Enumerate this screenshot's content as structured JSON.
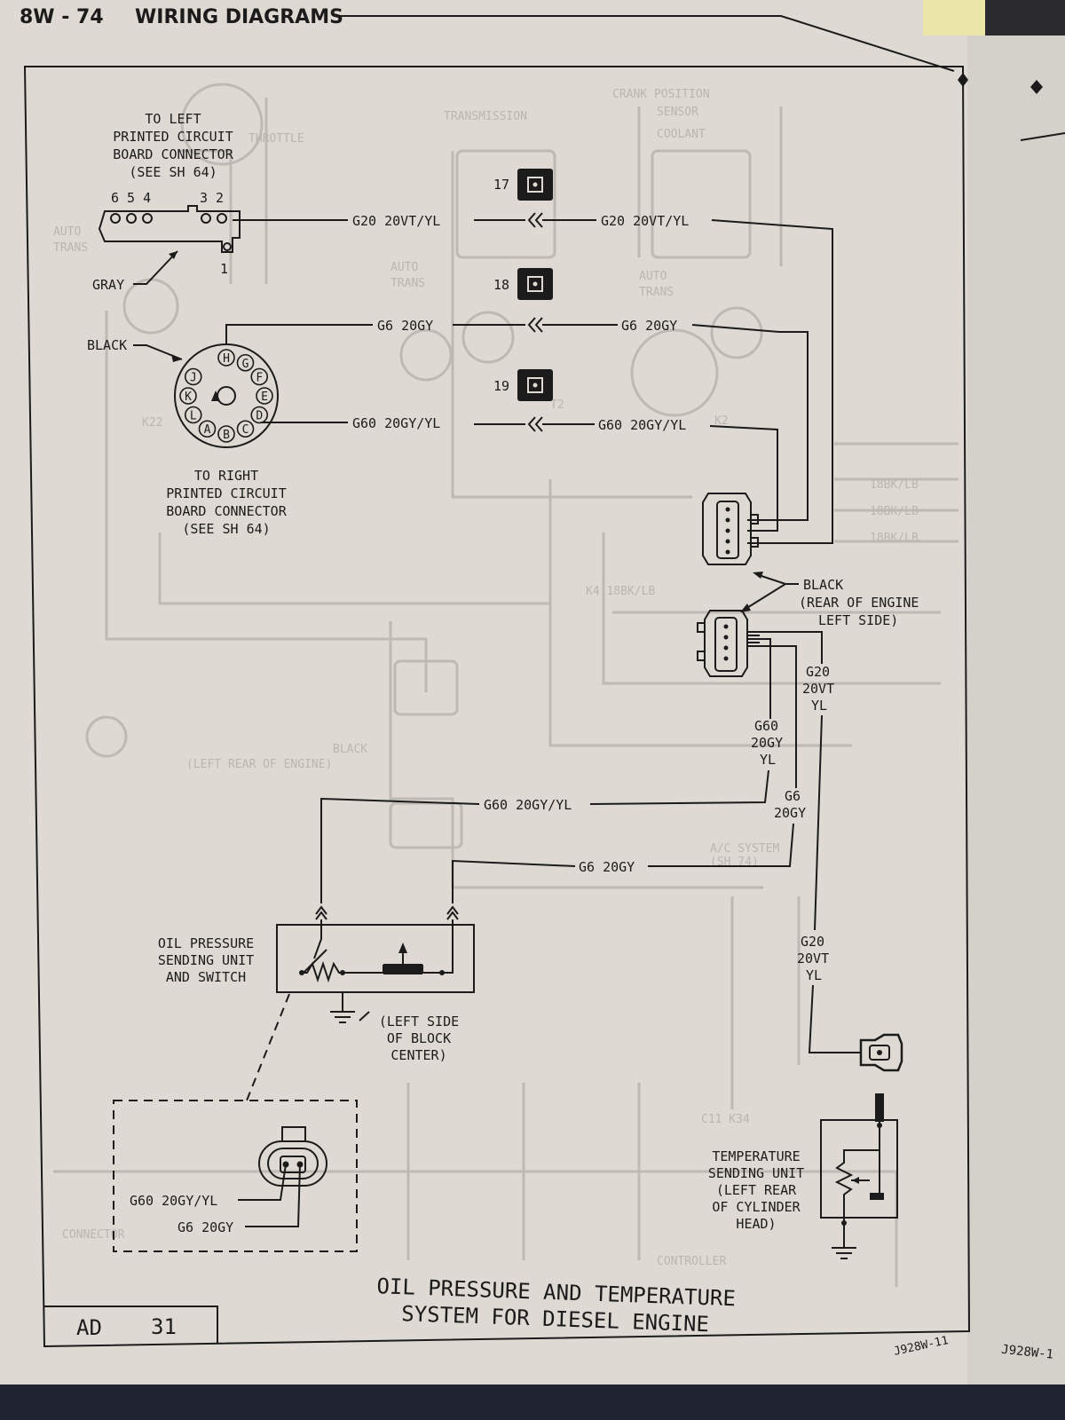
{
  "header": {
    "page_number": "8W - 74",
    "section_title": "WIRING DIAGRAMS"
  },
  "left_pcb_connector": {
    "label_lines": [
      "TO LEFT",
      "PRINTED CIRCUIT",
      "BOARD CONNECTOR",
      "(SEE SH 64)"
    ],
    "pin_numbers_left": "6 5 4",
    "pin_numbers_right": "3 2",
    "pin_one": "1",
    "color": "GRAY"
  },
  "right_pcb_connector": {
    "color": "BLACK",
    "pins": [
      "H",
      "G",
      "F",
      "E",
      "D",
      "C",
      "B",
      "A",
      "L",
      "K",
      "J"
    ],
    "label_lines": [
      "TO RIGHT",
      "PRINTED CIRCUIT",
      "BOARD CONNECTOR",
      "(SEE SH 64)"
    ]
  },
  "splices": [
    "17",
    "18",
    "19"
  ],
  "wires": {
    "g20_left": "G20 20VT/YL",
    "g20_right": "G20 20VT/YL",
    "g6_left": "G6 20GY",
    "g6_right": "G6 20GY",
    "g60_left": "G60 20GY/YL",
    "g60_right": "G60 20GY/YL",
    "g20_vertical": [
      "G20",
      "20VT",
      "YL"
    ],
    "g60_vertical": [
      "G60",
      "20GY",
      "YL"
    ],
    "g6_vertical": [
      "G6",
      "20GY"
    ],
    "g60_horizontal": "G60 20GY/YL",
    "g6_horizontal": "G6 20GY",
    "g20_lower": [
      "G20",
      "20VT",
      "YL"
    ]
  },
  "engine_connector": {
    "label_lines": [
      "BLACK",
      "(REAR OF ENGINE",
      "LEFT SIDE)"
    ]
  },
  "oil_pressure": {
    "label_lines": [
      "OIL PRESSURE",
      "SENDING UNIT",
      "AND SWITCH"
    ],
    "location_lines": [
      "(LEFT SIDE",
      "OF BLOCK",
      "CENTER)"
    ]
  },
  "connector_detail": {
    "wire_1": "G60 20GY/YL",
    "wire_2": "G6 20GY"
  },
  "temp_unit": {
    "label_lines": [
      "TEMPERATURE",
      "SENDING UNIT",
      "(LEFT REAR",
      "OF CYLINDER",
      "HEAD)"
    ]
  },
  "footer": {
    "code_left": "AD",
    "code_num": "31",
    "title_line1": "OIL PRESSURE AND TEMPERATURE",
    "title_line2": "SYSTEM FOR DIESEL ENGINE",
    "drawing_id": "J928W-11",
    "next_page_id": "J928W-1"
  },
  "colors": {
    "paper": "#dedad3",
    "ink": "#1b1b1b",
    "bleed": "#bebab3"
  }
}
